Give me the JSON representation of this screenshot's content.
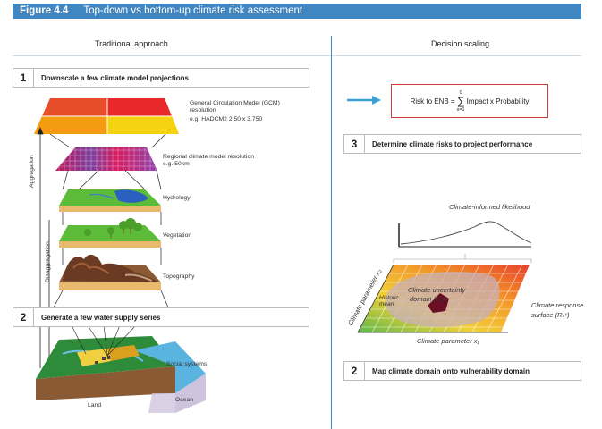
{
  "figure": {
    "number": "Figure 4.4",
    "title": "Top-down vs bottom-up climate risk assessment"
  },
  "left": {
    "heading": "Traditional approach",
    "step1": {
      "num": "1",
      "label": "Downscale a few climate model projections"
    },
    "step2": {
      "num": "2",
      "label": "Generate a few water supply series"
    },
    "gcm": {
      "line1": "General Circulation Model (GCM)",
      "line2": "resolution",
      "line3": "e.g. HADCM2 2.50 x 3.750"
    },
    "regional": {
      "line1": "Regional climate model resolution",
      "line2": "e.g. 50km"
    },
    "layers": {
      "hydrology": "Hydrology",
      "vegetation": "Vegetation",
      "topography": "Topography"
    },
    "arrows": {
      "aggregation": "Aggregation",
      "disaggregation": "Disaggregation"
    },
    "landscape": {
      "social": "Social systems",
      "ocean": "Ocean",
      "land": "Land"
    }
  },
  "right": {
    "heading": "Decision scaling",
    "formula": {
      "lhs": "Risk to ENB =",
      "top": "0",
      "sigma": "∑",
      "bottom": "s=1",
      "rhs": "Impact x Probability"
    },
    "step3": {
      "num": "3",
      "label": "Determine climate risks to project performance"
    },
    "step2": {
      "num": "2",
      "label": "Map climate domain onto vulnerability domain"
    },
    "likelihood": "Climate-informed likelihood",
    "param_x2": "Climate parameter x₂",
    "param_x1": "Climate parameter x₁",
    "uncertainty": {
      "line1": "Climate uncertainty",
      "line2": "domain (Dˢ)"
    },
    "historic": {
      "line1": "Historic",
      "line2": "mean"
    },
    "response": {
      "line1": "Climate response",
      "line2": "surface (Rₛᵛ)"
    }
  },
  "colors": {
    "header": "#3f86c2",
    "formula_border": "#d43a3a",
    "arrow": "#3aa0d8"
  }
}
